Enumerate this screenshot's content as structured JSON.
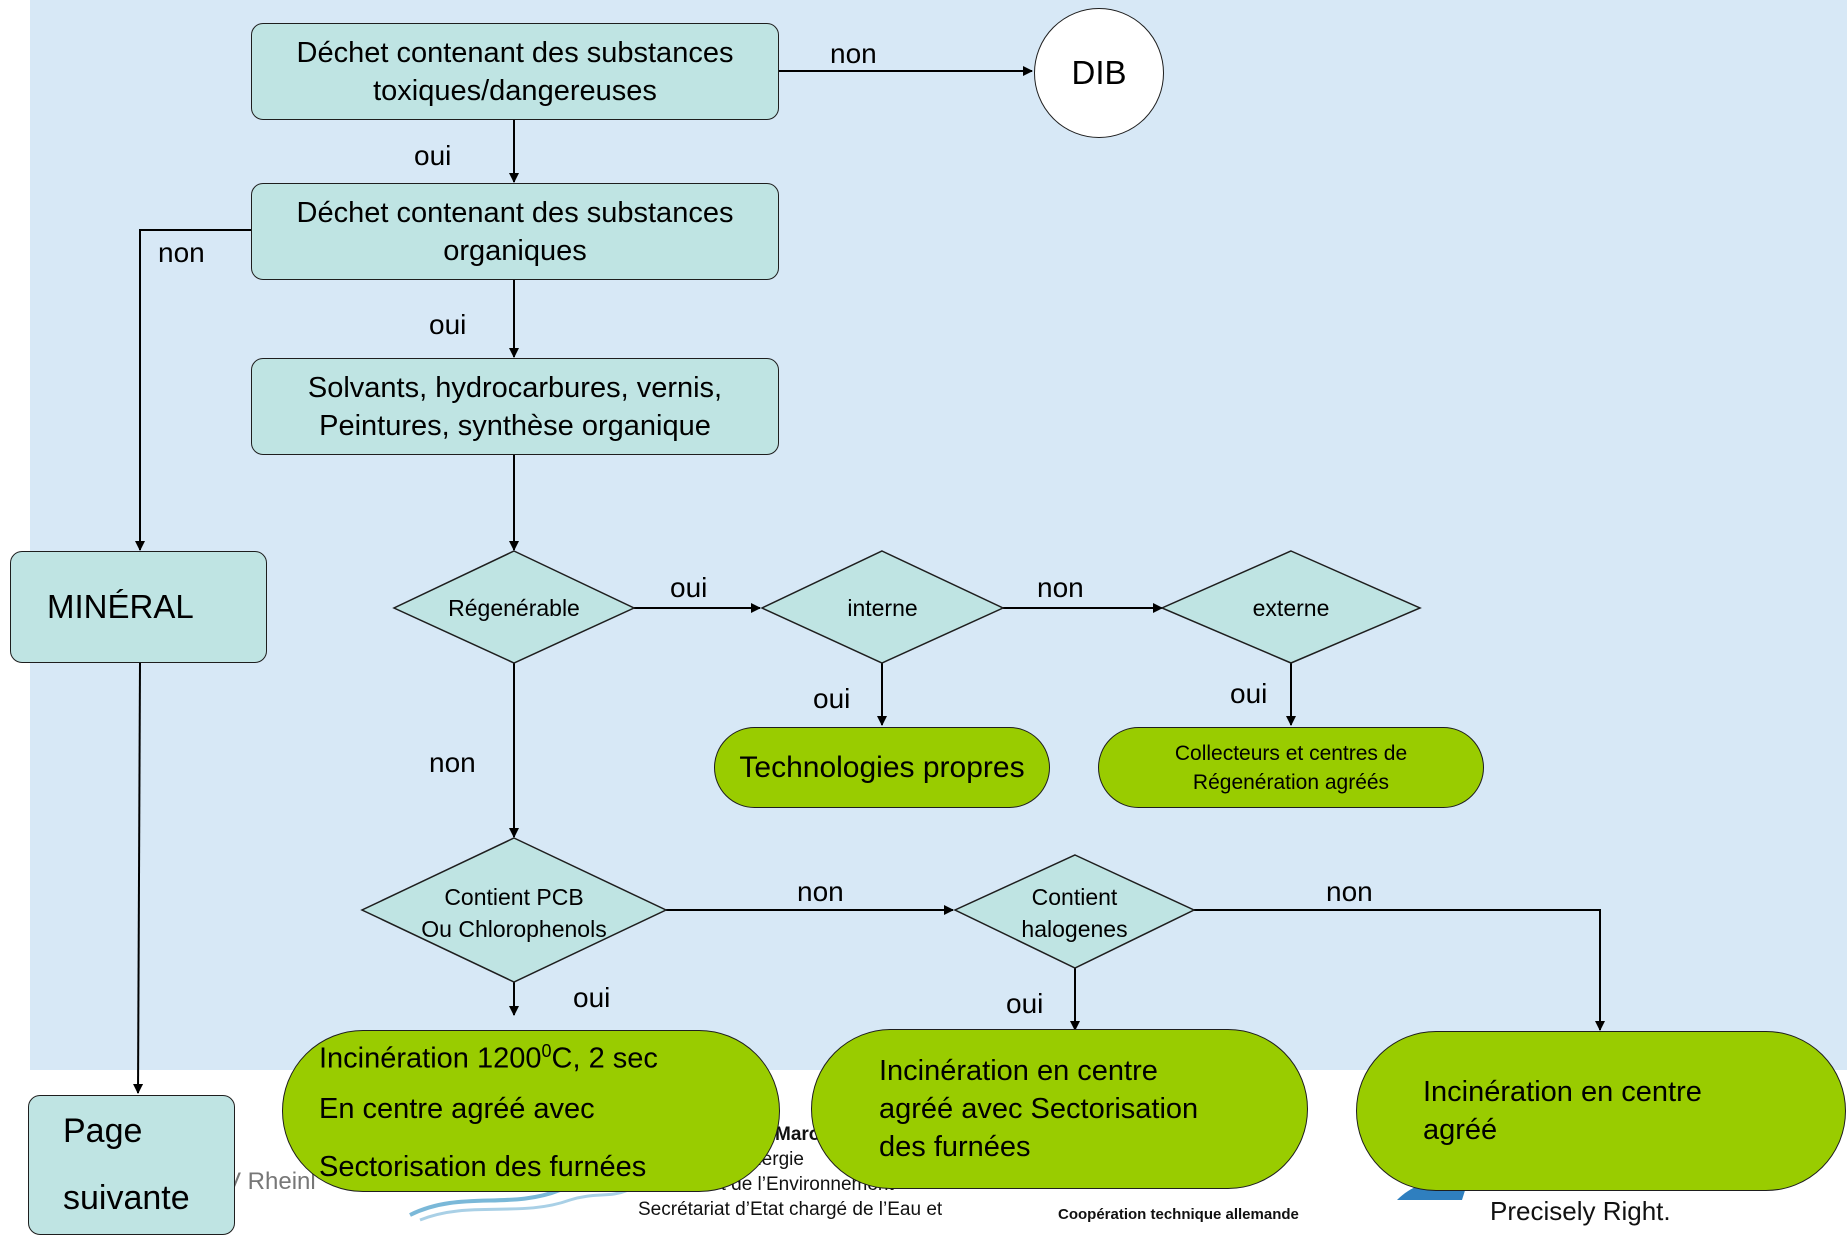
{
  "boxes": {
    "toxic_1": "Déchet contenant des substances",
    "toxic_2": "toxiques/dangereuses",
    "organic_1": "Déchet contenant des substances",
    "organic_2": "organiques",
    "solvents_1": "Solvants, hydrocarbures, vernis,",
    "solvents_2": "Peintures, synthèse organique",
    "mineral": "MINÉRAL",
    "next_1": "Page",
    "next_2": "suivante",
    "dib": "DIB"
  },
  "diamonds": {
    "regenerable": "Régenérable",
    "interne": "interne",
    "externe": "externe",
    "pcb_1": "Contient PCB",
    "pcb_2": "Ou Chlorophenols",
    "halo_1": "Contient",
    "halo_2": "halogenes"
  },
  "outcomes": {
    "clean_tech": "Technologies propres",
    "collectors_1": "Collecteurs et centres de",
    "collectors_2": "Régenération agréés",
    "incin_pcb_1_pre": "Incinération 1200",
    "incin_pcb_1_sup": "0",
    "incin_pcb_1_post": "C, 2 sec",
    "incin_pcb_2": "En centre agréé avec",
    "incin_pcb_3": "Sectorisation des furnées",
    "incin_halo_1": "Incinération en centre",
    "incin_halo_2": "agréé avec Sectorisation",
    "incin_halo_3": "des furnées",
    "incin_1": "Incinération en centre",
    "incin_2": "agréé"
  },
  "edge_labels": {
    "yes": "oui",
    "no": "non"
  },
  "footer": {
    "left": "V Rheinl",
    "maroc": "Maroc",
    "energie": "l’Energie",
    "environnement": "et de l’Environnement",
    "secretariat": "Secrétariat d’Etat chargé de l’Eau et",
    "cooperation": "Coopération technique allemande",
    "slogan": "Precisely Right."
  },
  "colors": {
    "background": "#d7e8f6",
    "process_fill": "#bfe4e3",
    "outcome_fill": "#99cc00"
  }
}
